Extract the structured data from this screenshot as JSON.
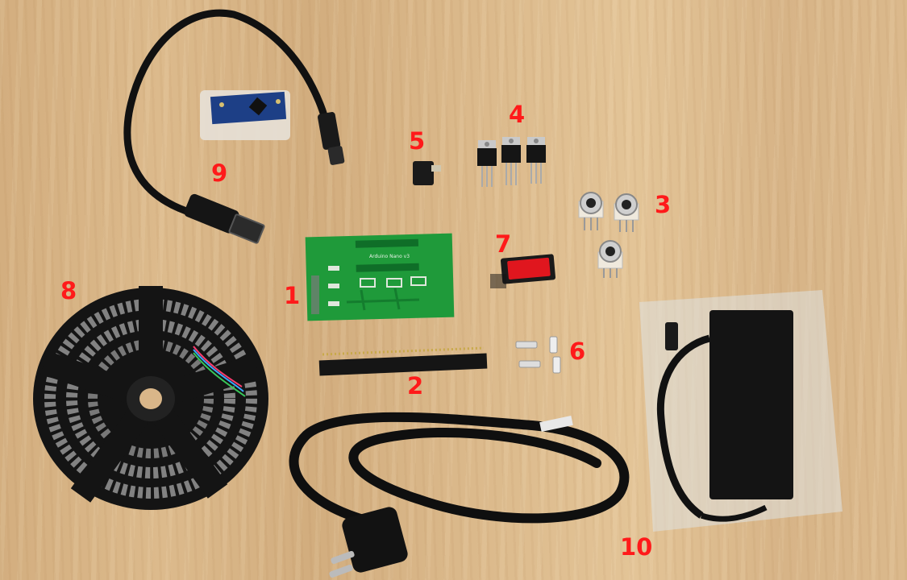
{
  "labels": {
    "l1": "1",
    "l2": "2",
    "l3": "3",
    "l4": "4",
    "l5": "5",
    "l6": "6",
    "l7": "7",
    "l8": "8",
    "l9": "9",
    "l10": "10"
  },
  "pcb": {
    "silkscreen": "Arduino Nano v3"
  },
  "colors": {
    "label": "#ff1a1a",
    "pcb_green": "#1f9a3a",
    "nano_blue": "#1d3f86",
    "switch_red": "#e0161e",
    "wood": "#d9b689"
  }
}
